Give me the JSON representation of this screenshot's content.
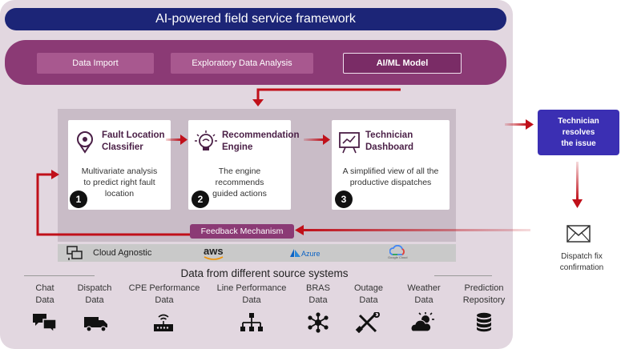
{
  "title": "AI-powered field service framework",
  "pipeline": {
    "steps": [
      "Data Import",
      "Exploratory Data Analysis",
      "AI/ML Model"
    ]
  },
  "cards": [
    {
      "title_line1": "Fault Location",
      "title_line2": "Classifier",
      "desc_line1": "Multivariate analysis",
      "desc_line2": "to predict right fault",
      "desc_line3": "location",
      "number": "1",
      "icon": "map-pin-icon"
    },
    {
      "title_line1": "Recommendation",
      "title_line2": "Engine",
      "desc_line1": "The engine recommends",
      "desc_line2": "guided actions",
      "desc_line3": "",
      "number": "2",
      "icon": "lightbulb-icon"
    },
    {
      "title_line1": "Technician",
      "title_line2": "Dashboard",
      "desc_line1": "A simplified view of all the",
      "desc_line2": "productive dispatches",
      "desc_line3": "",
      "number": "3",
      "icon": "dashboard-icon"
    }
  ],
  "feedback": "Feedback Mechanism",
  "cloud": {
    "label": "Cloud Agnostic",
    "providers": [
      "aws",
      "Azure",
      "Google Cloud"
    ]
  },
  "sources": {
    "title": "Data from different source systems",
    "items": [
      {
        "line1": "Chat",
        "line2": "Data",
        "icon": "chat-icon"
      },
      {
        "line1": "Dispatch",
        "line2": "Data",
        "icon": "truck-icon"
      },
      {
        "line1": "CPE Performance",
        "line2": "Data",
        "icon": "router-icon"
      },
      {
        "line1": "Line Performance",
        "line2": "Data",
        "icon": "network-icon"
      },
      {
        "line1": "BRAS",
        "line2": "Data",
        "icon": "hub-icon"
      },
      {
        "line1": "Outage",
        "line2": "Data",
        "icon": "tools-icon"
      },
      {
        "line1": "Weather",
        "line2": "Data",
        "icon": "weather-icon"
      },
      {
        "line1": "Prediction",
        "line2": "Repository",
        "icon": "database-icon"
      }
    ]
  },
  "technician": {
    "line1": "Technician",
    "line2": "resolves",
    "line3": "the issue"
  },
  "dispatch": {
    "line1": "Dispatch fix",
    "line2": "confirmation"
  },
  "colors": {
    "navy": "#1c2577",
    "plum": "#8b3a75",
    "arrow": "#c0101a",
    "tech": "#3b2fb3"
  }
}
